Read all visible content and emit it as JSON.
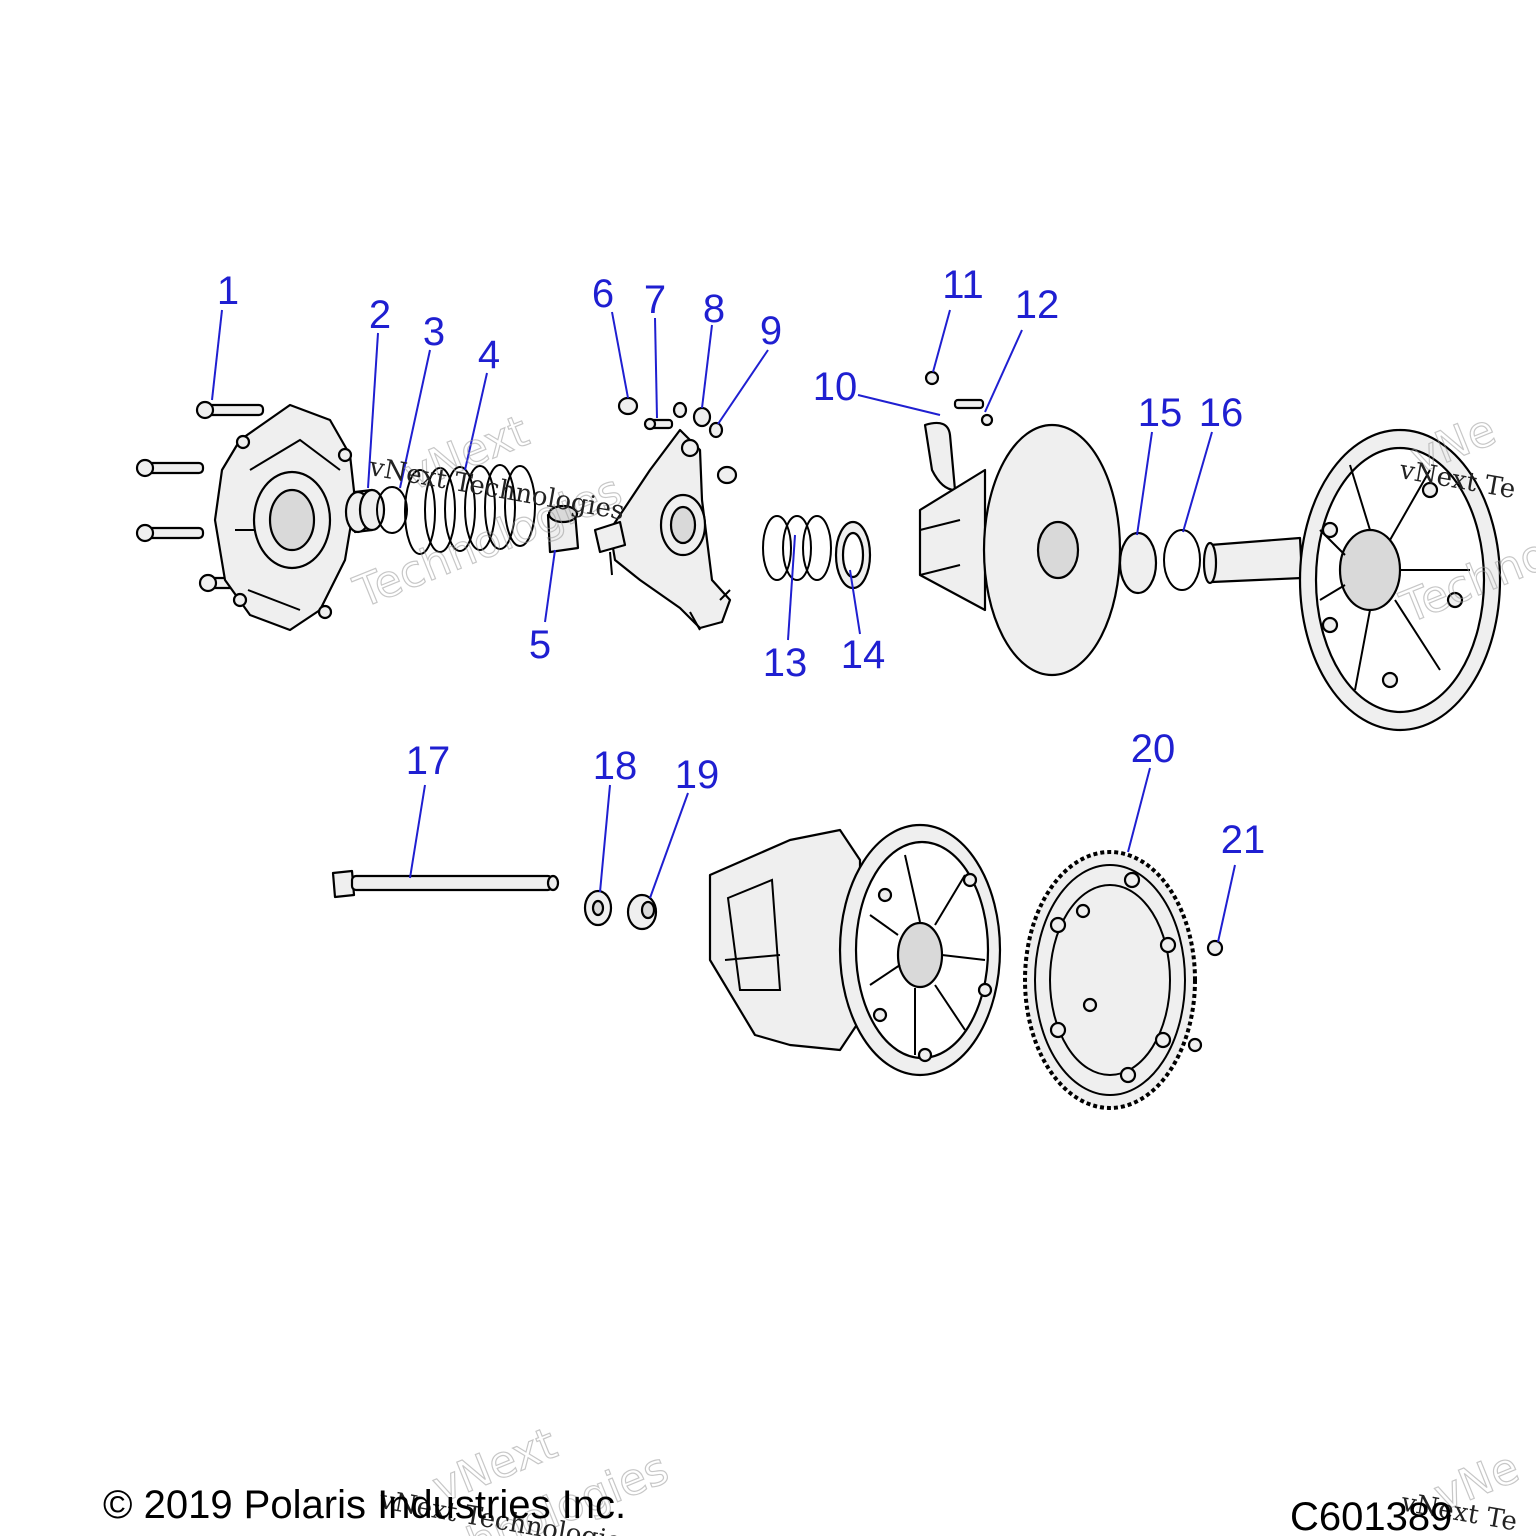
{
  "callouts": [
    "1",
    "2",
    "3",
    "4",
    "5",
    "6",
    "7",
    "8",
    "9",
    "10",
    "11",
    "12",
    "13",
    "14",
    "15",
    "16",
    "17",
    "18",
    "19",
    "20",
    "21"
  ],
  "watermark": {
    "label": "vNext Technologies",
    "ghost_top": "vNext",
    "ghost_bottom": "Technologies",
    "edge_label": "vNext Te",
    "edge_ghost_top": "vNe",
    "edge_ghost_bottom": "Techno"
  },
  "footer": {
    "copyright": "© 2019 Polaris Industries Inc.",
    "diagram_code": "C601389"
  },
  "colors": {
    "callout": "#1f1fd1",
    "part_fill": "#efefef",
    "outline": "#000000"
  }
}
